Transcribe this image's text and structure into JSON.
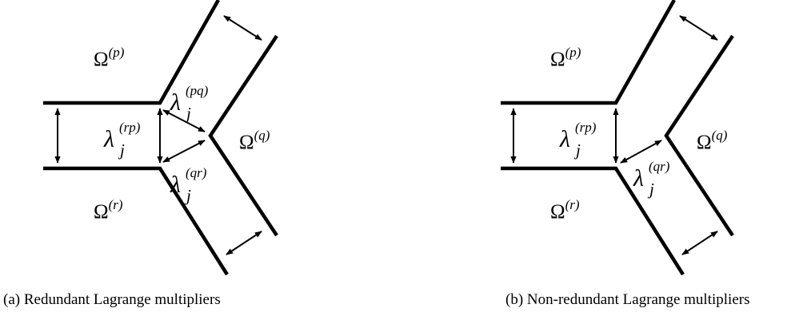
{
  "panels": [
    {
      "caption": "(a) Redundant Lagrange multipliers",
      "subdomains": {
        "p": {
          "symbol": "Ω",
          "superscript": "(p)"
        },
        "q": {
          "symbol": "Ω",
          "superscript": "(q)"
        },
        "r": {
          "symbol": "Ω",
          "superscript": "(r)"
        }
      },
      "multipliers": [
        {
          "symbol": "λ",
          "subscript": "j",
          "superscript": "(pq)"
        },
        {
          "symbol": "λ",
          "subscript": "j",
          "superscript": "(rp)"
        },
        {
          "symbol": "λ",
          "subscript": "j",
          "superscript": "(qr)"
        }
      ]
    },
    {
      "caption": "(b) Non-redundant Lagrange multipliers",
      "subdomains": {
        "p": {
          "symbol": "Ω",
          "superscript": "(p)"
        },
        "q": {
          "symbol": "Ω",
          "superscript": "(q)"
        },
        "r": {
          "symbol": "Ω",
          "superscript": "(r)"
        }
      },
      "multipliers": [
        {
          "symbol": "λ",
          "subscript": "j",
          "superscript": "(rp)"
        },
        {
          "symbol": "λ",
          "subscript": "j",
          "superscript": "(qr)"
        }
      ]
    }
  ]
}
